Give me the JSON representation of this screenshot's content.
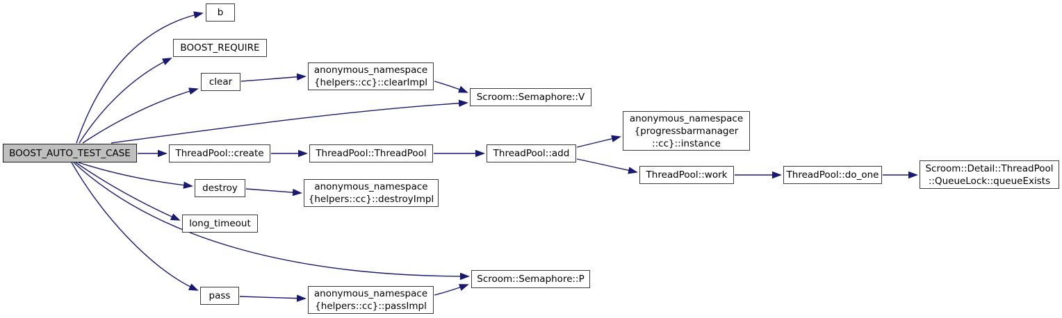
{
  "diagram": {
    "type": "call-graph",
    "colors": {
      "edge": "#191970",
      "node_border": "#3a3a3a",
      "node_fill": "#ffffff",
      "selected_node_fill": "#bfbfbf",
      "background": "#ffffff",
      "text": "#000000"
    },
    "nodes": [
      {
        "id": "boost_auto_test_case",
        "label": "BOOST_AUTO_TEST_CASE",
        "selected": true
      },
      {
        "id": "b",
        "label": "b",
        "selected": false
      },
      {
        "id": "boost_require",
        "label": "BOOST_REQUIRE",
        "selected": false
      },
      {
        "id": "clear",
        "label": "clear",
        "selected": false
      },
      {
        "id": "clear_impl",
        "label": "anonymous_namespace\n{helpers::cc}::clearImpl",
        "selected": false
      },
      {
        "id": "semaphore_v",
        "label": "Scroom::Semaphore::V",
        "selected": false
      },
      {
        "id": "threadpool_create",
        "label": "ThreadPool::create",
        "selected": false
      },
      {
        "id": "threadpool_threadpool",
        "label": "ThreadPool::ThreadPool",
        "selected": false
      },
      {
        "id": "threadpool_add",
        "label": "ThreadPool::add",
        "selected": false
      },
      {
        "id": "progressbar_instance",
        "label": "anonymous_namespace\n{progressbarmanager\n::cc}::instance",
        "selected": false
      },
      {
        "id": "threadpool_work",
        "label": "ThreadPool::work",
        "selected": false
      },
      {
        "id": "threadpool_do_one",
        "label": "ThreadPool::do_one",
        "selected": false
      },
      {
        "id": "queue_exists",
        "label": "Scroom::Detail::ThreadPool\n::QueueLock::queueExists",
        "selected": false
      },
      {
        "id": "destroy",
        "label": "destroy",
        "selected": false
      },
      {
        "id": "destroy_impl",
        "label": "anonymous_namespace\n{helpers::cc}::destroyImpl",
        "selected": false
      },
      {
        "id": "long_timeout",
        "label": "long_timeout",
        "selected": false
      },
      {
        "id": "pass",
        "label": "pass",
        "selected": false
      },
      {
        "id": "pass_impl",
        "label": "anonymous_namespace\n{helpers::cc}::passImpl",
        "selected": false
      },
      {
        "id": "semaphore_p",
        "label": "Scroom::Semaphore::P",
        "selected": false
      }
    ],
    "edges": [
      {
        "from": "boost_auto_test_case",
        "to": "b"
      },
      {
        "from": "boost_auto_test_case",
        "to": "boost_require"
      },
      {
        "from": "boost_auto_test_case",
        "to": "clear"
      },
      {
        "from": "boost_auto_test_case",
        "to": "semaphore_v"
      },
      {
        "from": "boost_auto_test_case",
        "to": "threadpool_create"
      },
      {
        "from": "boost_auto_test_case",
        "to": "destroy"
      },
      {
        "from": "boost_auto_test_case",
        "to": "long_timeout"
      },
      {
        "from": "boost_auto_test_case",
        "to": "semaphore_p"
      },
      {
        "from": "boost_auto_test_case",
        "to": "pass"
      },
      {
        "from": "clear",
        "to": "clear_impl"
      },
      {
        "from": "clear_impl",
        "to": "semaphore_v"
      },
      {
        "from": "threadpool_create",
        "to": "threadpool_threadpool"
      },
      {
        "from": "threadpool_threadpool",
        "to": "threadpool_add"
      },
      {
        "from": "threadpool_add",
        "to": "progressbar_instance"
      },
      {
        "from": "threadpool_add",
        "to": "threadpool_work"
      },
      {
        "from": "threadpool_work",
        "to": "threadpool_do_one"
      },
      {
        "from": "threadpool_do_one",
        "to": "queue_exists"
      },
      {
        "from": "destroy",
        "to": "destroy_impl"
      },
      {
        "from": "pass",
        "to": "pass_impl"
      },
      {
        "from": "pass_impl",
        "to": "semaphore_p"
      }
    ]
  }
}
